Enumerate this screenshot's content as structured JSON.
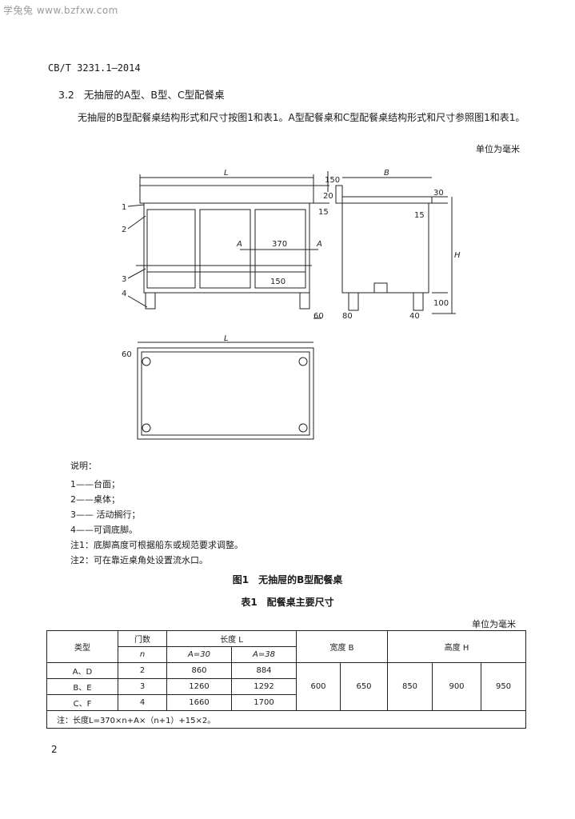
{
  "watermark": "学兔兔 www.bzfxw.com",
  "header": {
    "standard_no": "CB/T 3231.1—2014"
  },
  "section": {
    "number": "3.2",
    "title": "无抽屉的A型、B型、C型配餐桌",
    "paragraph": "无抽屉的B型配餐桌结构形式和尺寸按图1和表1。A型配餐桌和C型配餐桌结构形式和尺寸参照图1和表1。"
  },
  "unit_note": "单位为毫米",
  "figure": {
    "labels": {
      "L_front": "L",
      "B_side": "B",
      "H_side": "H",
      "L_top": "L",
      "A_left": "A",
      "A_right": "A",
      "d370": "370",
      "d150_top": "150",
      "d20": "20",
      "d15_front": "15",
      "d30": "30",
      "d15_side": "15",
      "d150_mid": "150",
      "d60": "60",
      "d80": "80",
      "d40": "40",
      "d100": "100",
      "d60_top": "60",
      "c1": "1",
      "c2": "2",
      "c3": "3",
      "c4": "4"
    },
    "legend_title": "说明：",
    "legend": [
      "1——台面；",
      "2——桌体；",
      "3—— 活动搁行；",
      "4——可调底脚。"
    ],
    "notes": [
      "注1：底脚高度可根据船东或规范要求调整。",
      "注2：可在靠近桌角处设置流水口。"
    ],
    "caption": "图1　无抽屉的B型配餐桌"
  },
  "table": {
    "caption": "表1　配餐桌主要尺寸",
    "unit": "单位为毫米",
    "h_type": "类型",
    "h_doors": "门数",
    "h_doors_n": "n",
    "h_length": "长度 L",
    "h_a30": "A=30",
    "h_a38": "A=38",
    "h_width": "宽度 B",
    "h_height": "高度 H",
    "rows": [
      {
        "type": "A、D",
        "n": "2",
        "a30": "860",
        "a38": "884"
      },
      {
        "type": "B、E",
        "n": "3",
        "a30": "1260",
        "a38": "1292"
      },
      {
        "type": "C、F",
        "n": "4",
        "a30": "1660",
        "a38": "1700"
      }
    ],
    "widths": [
      "600",
      "650"
    ],
    "heights": [
      "850",
      "900",
      "950"
    ],
    "note": "注：长度L=370×n+A×（n+1）+15×2。"
  },
  "page_number": "2"
}
